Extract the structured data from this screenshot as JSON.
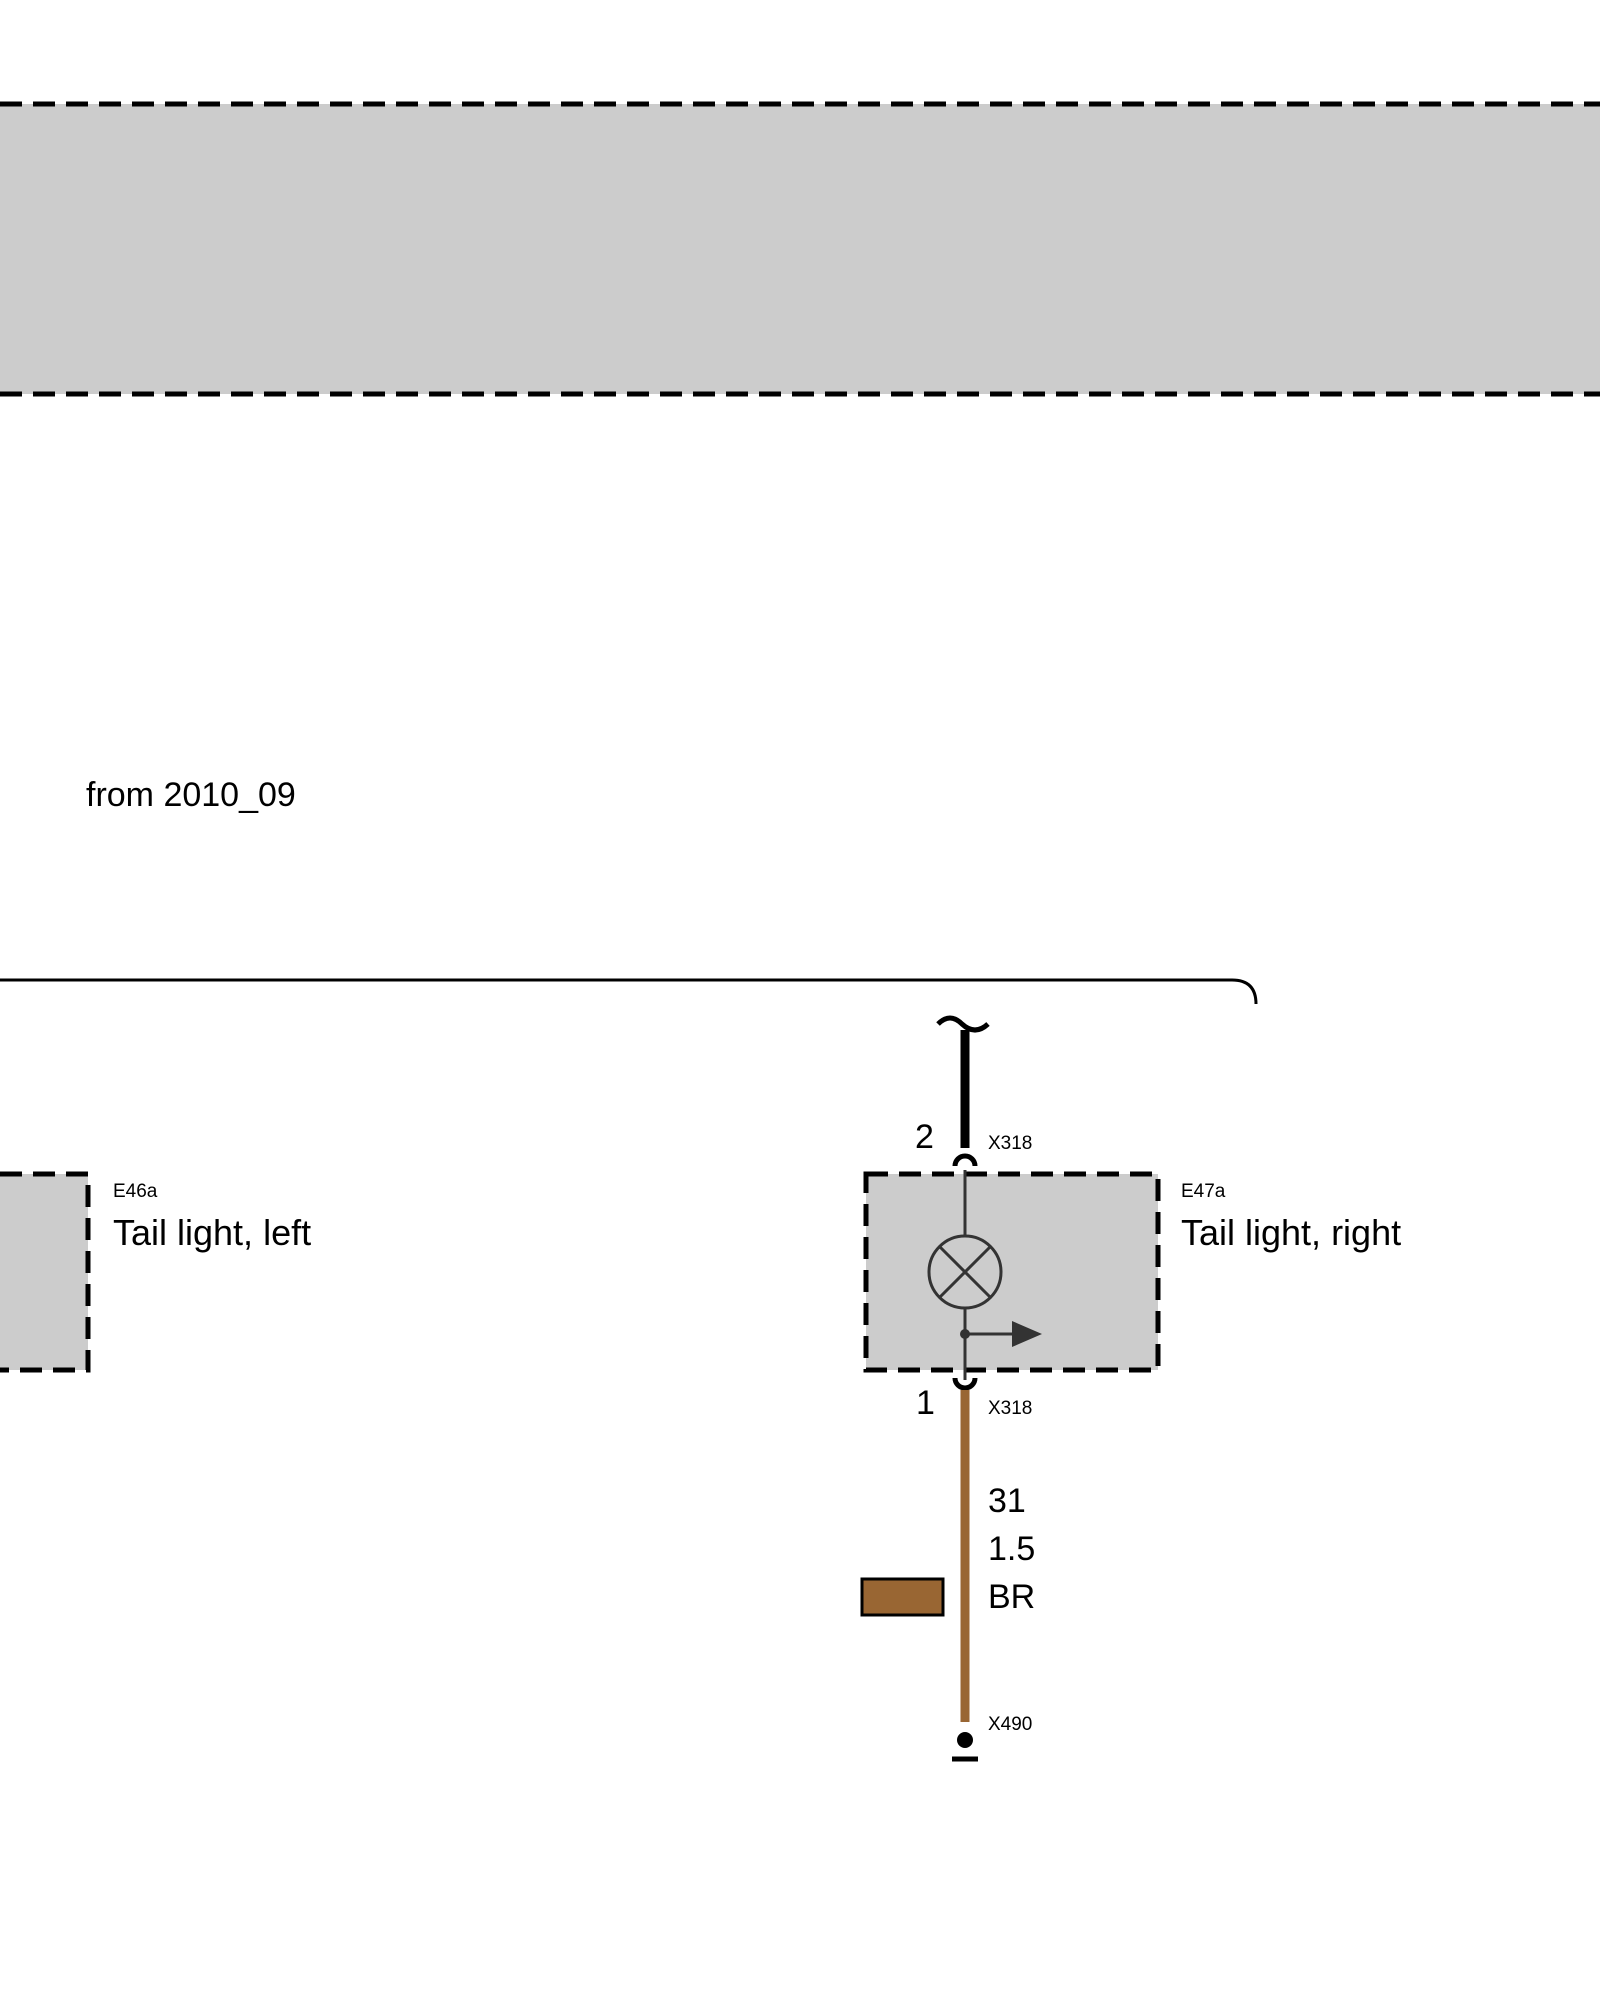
{
  "variant_note": "from 2010_09",
  "colors": {
    "component_fill": "#cccccc",
    "dashed_border": "#000000",
    "wire_ground": "#996633",
    "wire_black": "#000000",
    "symbol_stroke": "#333333"
  },
  "components": {
    "left_tail_light": {
      "code": "E46a",
      "name": "Tail light, left"
    },
    "right_tail_light": {
      "code": "E47a",
      "name": "Tail light, right",
      "symbol": "lamp-icon"
    }
  },
  "connectors": {
    "top": {
      "pin": "2",
      "id": "X318"
    },
    "bottom": {
      "pin": "1",
      "id": "X318"
    },
    "ground": {
      "id": "X490"
    }
  },
  "wire": {
    "terminal": "31",
    "cross_section": "1.5",
    "color_code": "BR"
  }
}
